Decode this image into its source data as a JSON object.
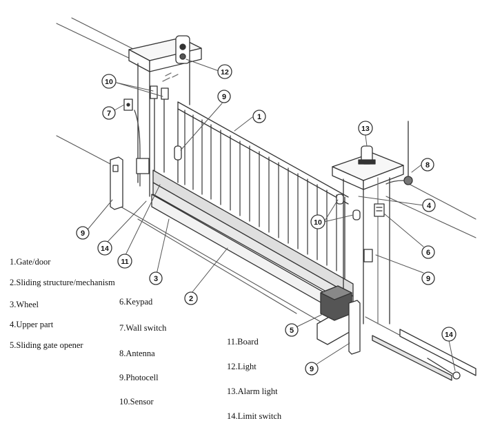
{
  "callouts": [
    "1",
    "2",
    "3",
    "4",
    "5",
    "6",
    "7",
    "8",
    "9",
    "10",
    "11",
    "12",
    "13",
    "14"
  ],
  "legend": [
    "1.Gate/door",
    "2.Sliding structure/mechanism",
    "3.Wheel",
    "4.Upper part",
    "5.Sliding gate opener",
    "6.Keypad",
    "7.Wall switch",
    "8.Antenna",
    "9.Photocell",
    "10.Sensor",
    "11.Board",
    "12.Light",
    "13.Alarm light",
    "14.Limit switch"
  ]
}
